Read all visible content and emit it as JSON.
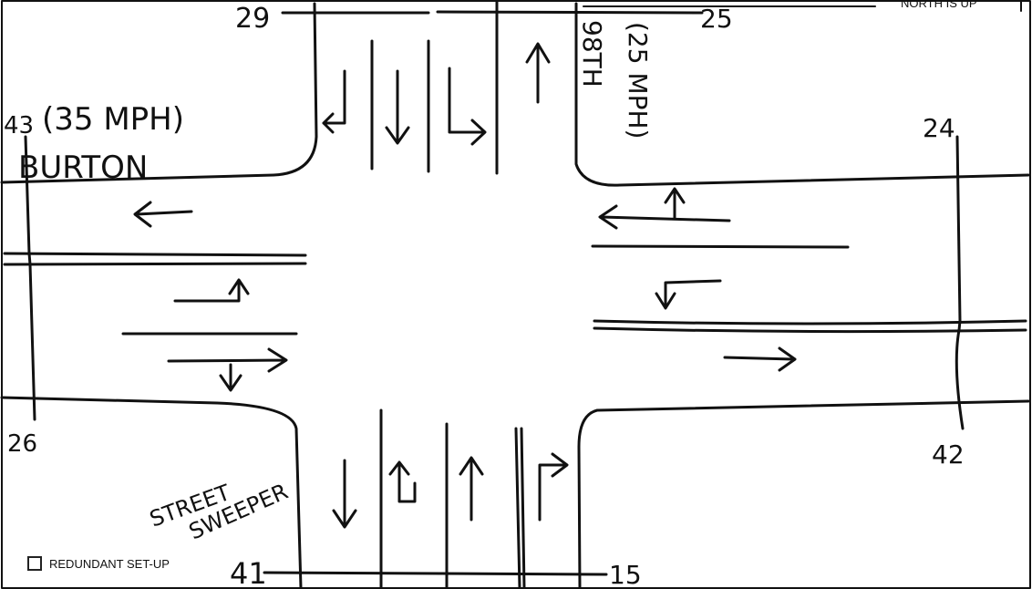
{
  "header": {
    "top_right_label": "NORTH IS UP"
  },
  "roads": {
    "burton_name": "BURTON",
    "burton_speed": "(35 MPH)",
    "ninety_eighth_name": "98TH",
    "ninety_eighth_speed": "(25 MPH)"
  },
  "numbers": {
    "top_left": "29",
    "top_right": "25",
    "left_top": "43",
    "left_bottom": "26",
    "right_top": "24",
    "right_bottom": "42",
    "bottom_left": "41",
    "bottom_right": "15"
  },
  "notes": {
    "street_sweeper_line1": "STREET",
    "street_sweeper_line2": "SWEEPER"
  },
  "controls": {
    "redundant_setup_label": "REDUNDANT SET-UP",
    "redundant_setup_checked": false
  },
  "icons": [
    "north-arrow-icon",
    "checkbox-icon",
    "lane-arrow-icons"
  ]
}
